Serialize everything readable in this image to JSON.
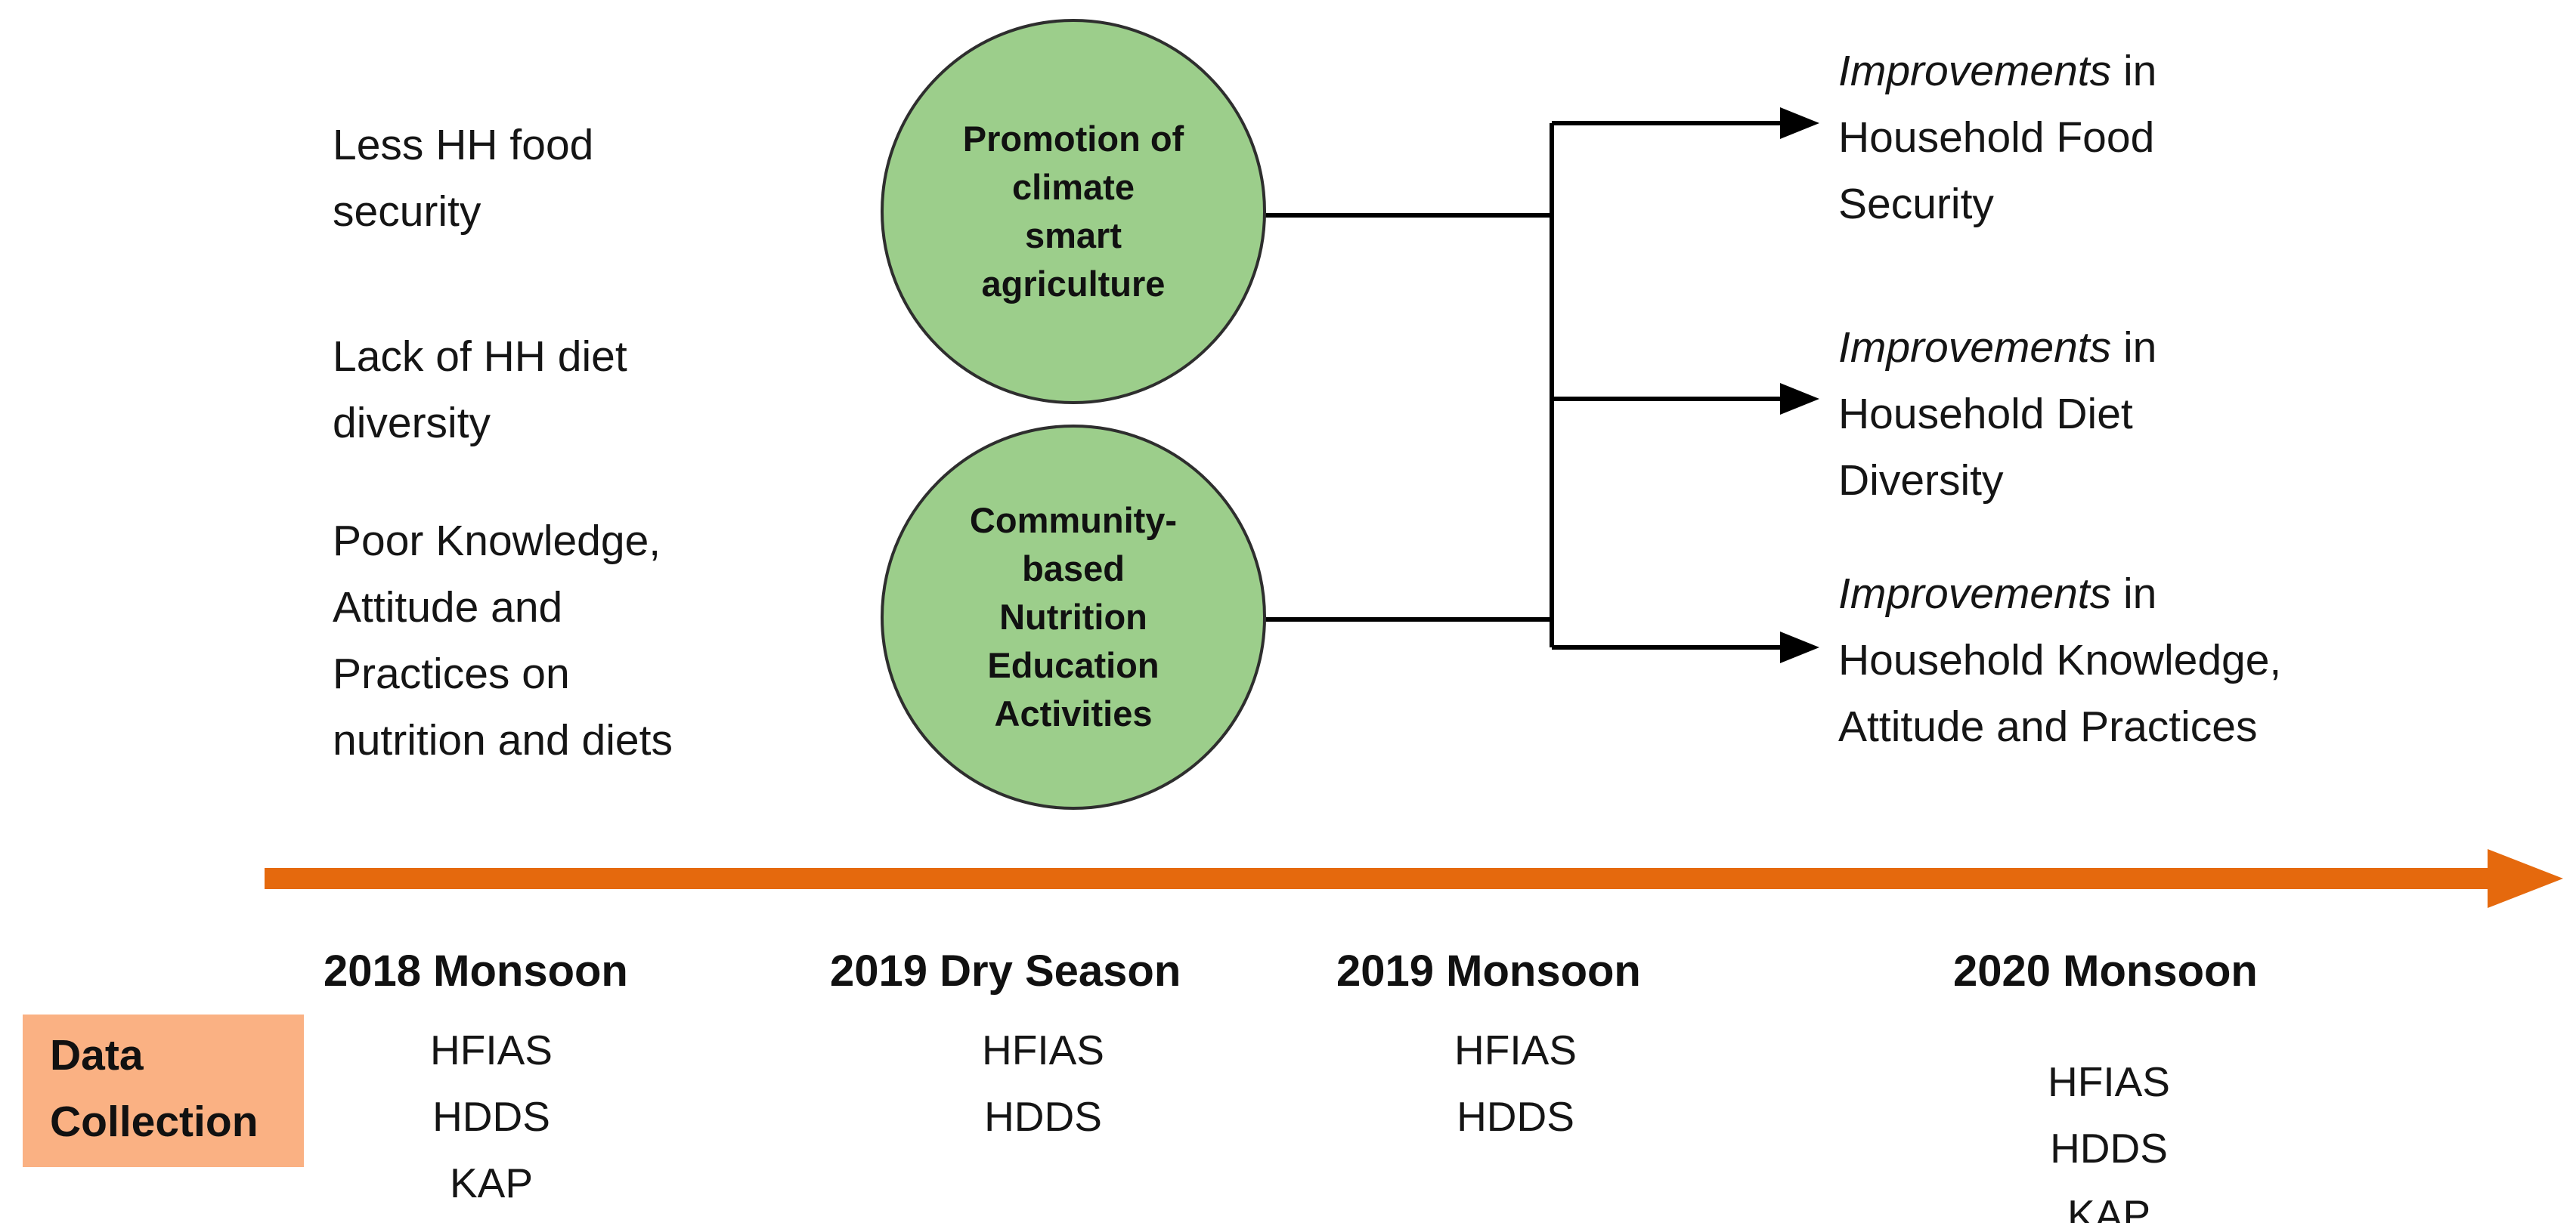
{
  "diagram_title": "",
  "problems": [
    {
      "text": "Less HH food\nsecurity"
    },
    {
      "text": "Lack of HH diet\ndiversity"
    },
    {
      "text": "Poor Knowledge,\nAttitude and\nPractices on\nnutrition and diets"
    }
  ],
  "interventions": [
    {
      "lines": [
        "Promotion of",
        "climate",
        "smart",
        "agriculture"
      ]
    },
    {
      "lines": [
        "Community-",
        "based",
        "Nutrition",
        "Education",
        "Activities"
      ]
    }
  ],
  "outcomes": [
    {
      "lead": "Improvements",
      "rest": " in\nHousehold Food\nSecurity"
    },
    {
      "lead": "Improvements",
      "rest": " in\nHousehold Diet\nDiversity"
    },
    {
      "lead": "Improvements",
      "rest": " in\nHousehold Knowledge,\nAttitude and Practices"
    }
  ],
  "timeline": {
    "label": "Data\nCollection",
    "columns": [
      {
        "label": "2018 Monsoon",
        "measures": [
          "HFIAS",
          "HDDS",
          "KAP"
        ]
      },
      {
        "label": "2019 Dry Season",
        "measures": [
          "HFIAS",
          "HDDS"
        ]
      },
      {
        "label": "2019 Monsoon",
        "measures": [
          "HFIAS",
          "HDDS"
        ]
      },
      {
        "label": "2020 Monsoon",
        "measures": [
          "HFIAS",
          "HDDS",
          "KAP"
        ]
      }
    ]
  },
  "colors": {
    "circle_fill": "#9CCE8B",
    "circle_border": "#2e2e2e",
    "connector": "#000000",
    "timeline_arrow": "#E5690D",
    "data_box_fill": "#FAB183",
    "text": "#151515"
  }
}
